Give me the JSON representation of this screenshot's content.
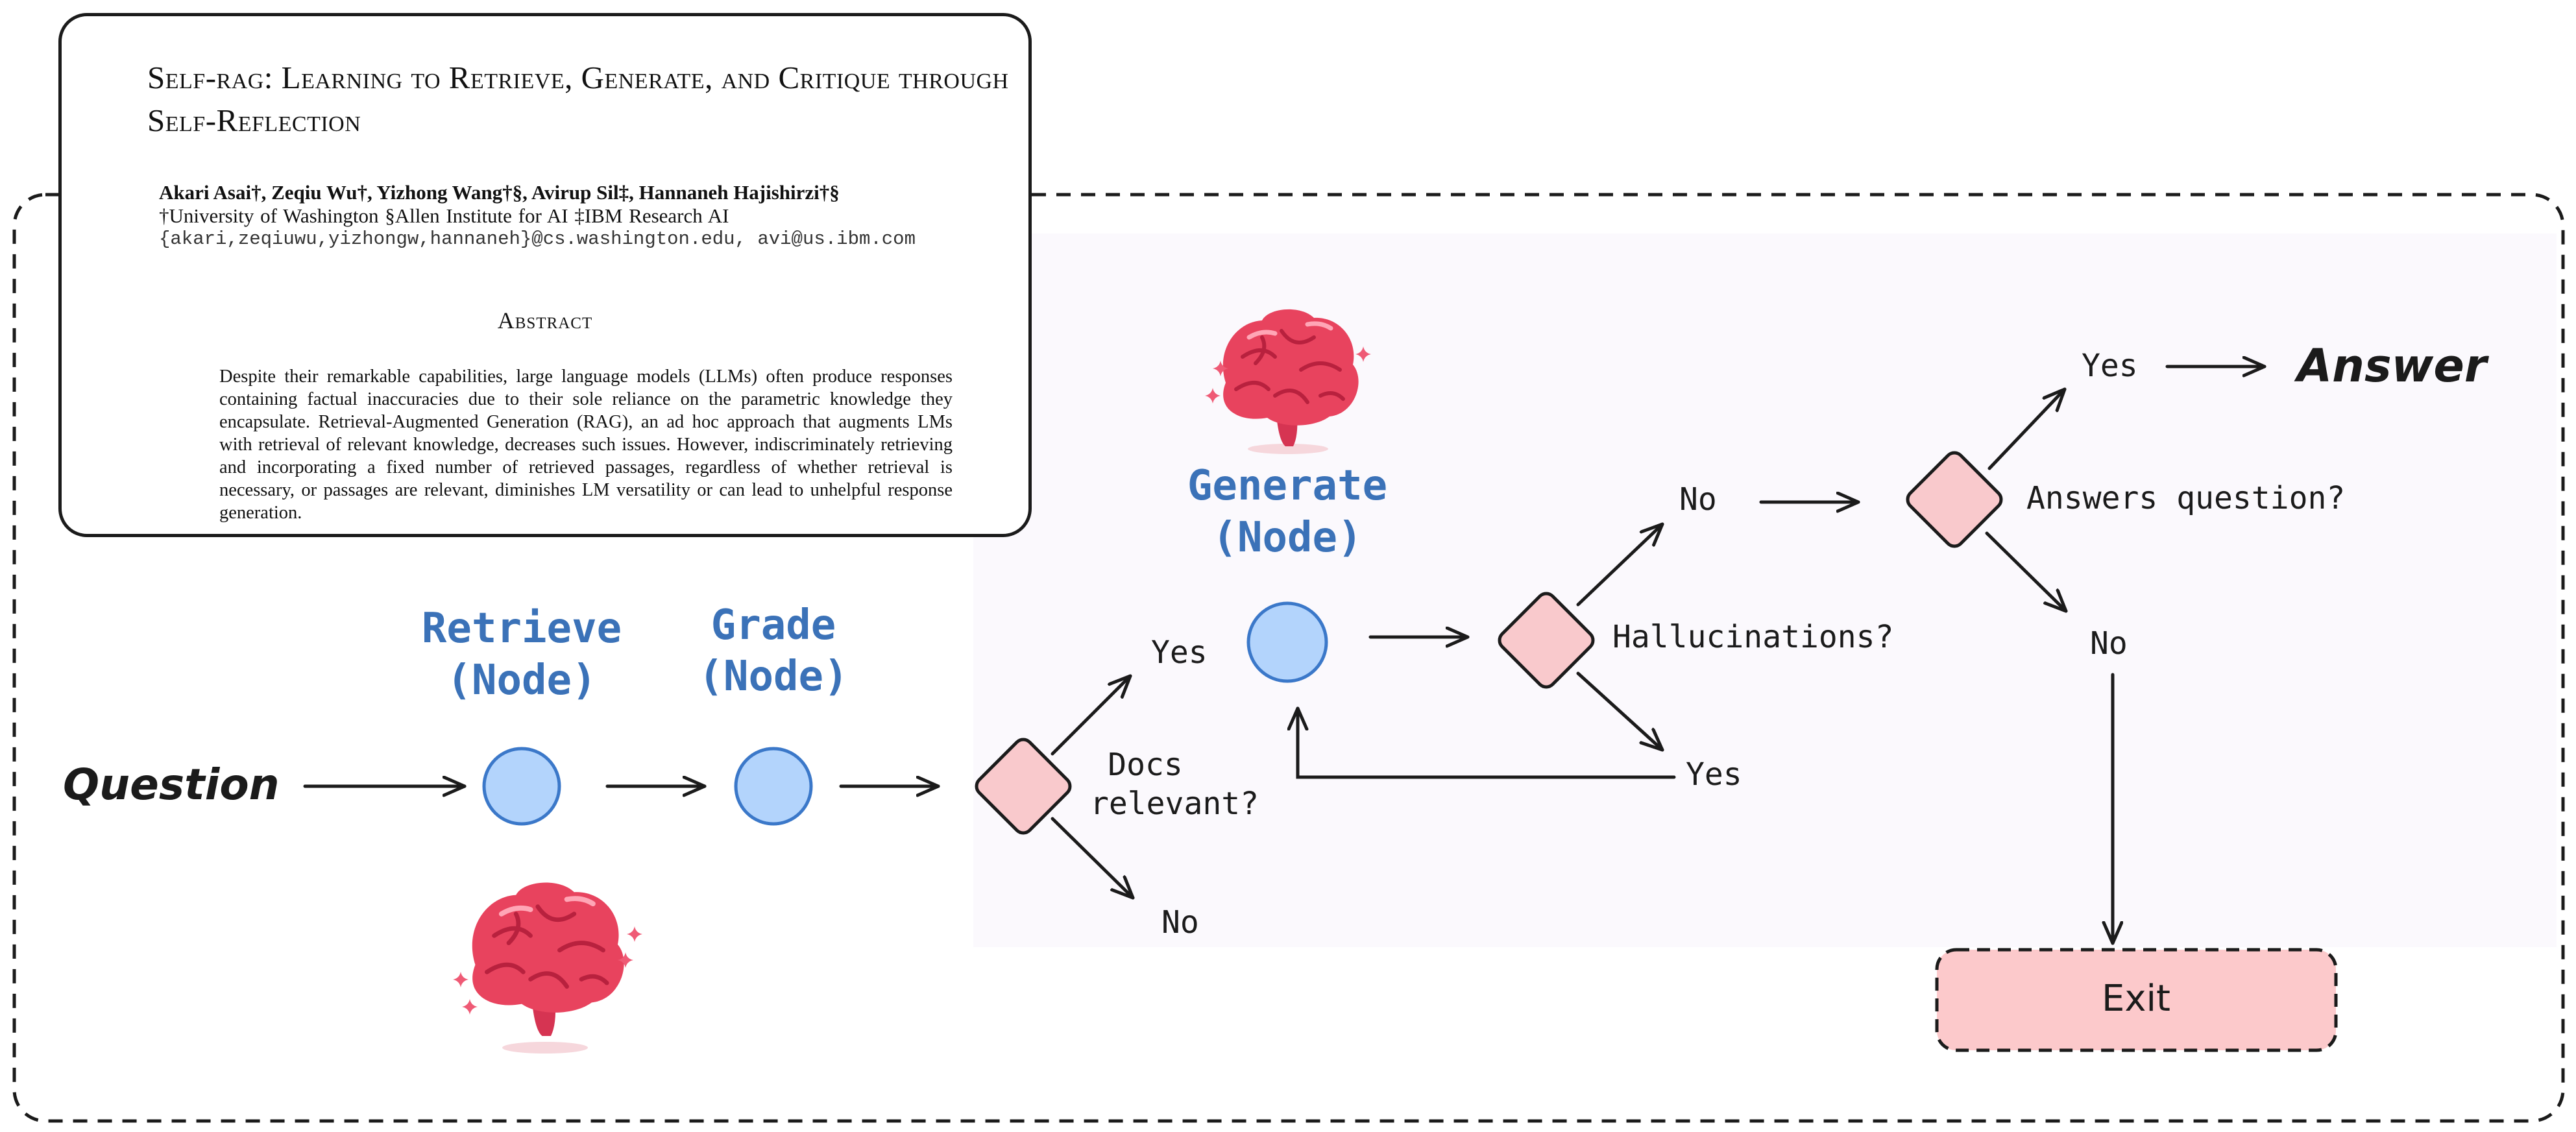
{
  "paper": {
    "title": "Self-rag: Learning to Retrieve, Generate, and Critique through Self-Reflection",
    "authors": "Akari Asai†, Zeqiu Wu†, Yizhong Wang†§, Avirup Sil‡, Hannaneh Hajishirzi†§",
    "affiliations": "†University of Washington §Allen Institute for AI ‡IBM Research AI",
    "emails": "{akari,zeqiuwu,yizhongw,hannaneh}@cs.washington.edu, avi@us.ibm.com",
    "abstract_heading": "Abstract",
    "abstract": "Despite their remarkable capabilities, large language models (LLMs) often produce responses containing factual inaccuracies due to their sole reliance on the parametric knowledge they encapsulate. Retrieval-Augmented Generation (RAG), an ad hoc approach that augments LMs with retrieval of relevant knowledge, decreases such issues. However, indiscriminately retrieving and incorporating a fixed number of retrieved passages, regardless of whether retrieval is necessary, or passages are relevant, diminishes LM versatility or can lead to unhelpful response generation."
  },
  "flow": {
    "question": "Question",
    "retrieve_node": [
      "Retrieve",
      "(Node)"
    ],
    "grade_node": [
      "Grade",
      "(Node)"
    ],
    "generate_node": [
      "Generate",
      "(Node)"
    ],
    "docs_relevant": [
      "Docs",
      "relevant?"
    ],
    "hallucinations": "Hallucinations?",
    "answers_question": "Answers question?",
    "answer": "Answer",
    "exit": "Exit",
    "yes": "Yes",
    "no": "No"
  },
  "colors": {
    "node_fill": "#b3d4fc",
    "node_stroke": "#3b78c9",
    "node_label": "#3b72b8",
    "diamond_fill": "#f9c9cc",
    "exit_fill": "#fcc9cb",
    "brain": "#e8435e",
    "sparkle": "#ef5a75",
    "line": "#1b1b1b"
  },
  "icons": [
    "brain-icon",
    "sparkle-icon"
  ]
}
